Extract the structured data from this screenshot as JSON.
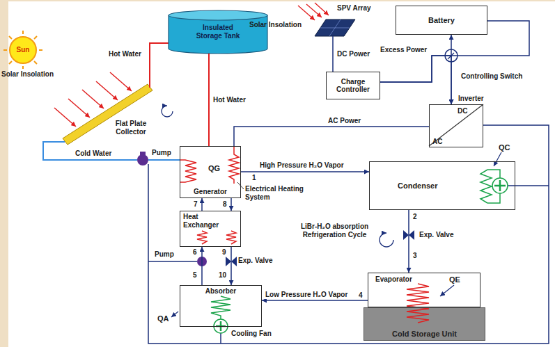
{
  "diagram": {
    "nodes": [
      {
        "text": [
          "Sun"
        ]
      },
      {
        "text": [
          "Insulated Storage Tank"
        ]
      },
      {
        "text": [
          "Battery"
        ]
      },
      {
        "text": [
          "Charge Controller"
        ]
      },
      {
        "text": [
          "DC",
          "AC"
        ]
      },
      {
        "text": [
          "Generator"
        ]
      },
      {
        "text": [
          "Condenser"
        ]
      },
      {
        "text": [
          "Heat Exchanger"
        ]
      },
      {
        "text": [
          "Evaporator"
        ]
      },
      {
        "text": [
          "Cold Storage Unit"
        ]
      },
      {
        "text": [
          "Absorber"
        ]
      }
    ],
    "edges": [
      {
        "from": 1,
        "to": 5,
        "arrow": "none",
        "label": "Hot Water"
      },
      {
        "from": 3,
        "to": 2,
        "arrow": "to",
        "label": "Excess Power"
      },
      {
        "from": 3,
        "to": 4,
        "arrow": "to"
      },
      {
        "from": 2,
        "to": 4,
        "arrow": "to"
      },
      {
        "from": 4,
        "to": 5,
        "arrow": "none",
        "label": "AC Power"
      },
      {
        "from": 5,
        "to": 6,
        "arrow": "to",
        "label": "High Pressure H₂O Vapor"
      },
      {
        "from": 6,
        "to": 8,
        "arrow": "to"
      },
      {
        "from": 8,
        "to": 10,
        "arrow": "to",
        "label": "Low Pressure H₂O Vapor"
      },
      {
        "from": 10,
        "to": 7,
        "arrow": "to"
      },
      {
        "from": 7,
        "to": 5,
        "arrow": "to"
      },
      {
        "from": 5,
        "to": 7,
        "arrow": "to"
      },
      {
        "from": 7,
        "to": 10,
        "arrow": "to"
      }
    ],
    "labels": [
      "Solar Insolation",
      "Hot Water",
      "Flat Plate Collector",
      "Cold Water",
      "Pump",
      "QG",
      "Electrical Heating System",
      "1",
      "Solar Insolation",
      "SPV Array",
      "DC Power",
      "Controlling Switch",
      "Inverter",
      "QC",
      "2",
      "Exp. Valve",
      "3",
      "QE",
      "LiBr-H₂O absorption Refrigeration Cycle",
      "7",
      "8",
      "Pump",
      "6",
      "9",
      "Exp. Valve",
      "5",
      "10",
      "4",
      "QA",
      "Cooling Fan"
    ]
  }
}
